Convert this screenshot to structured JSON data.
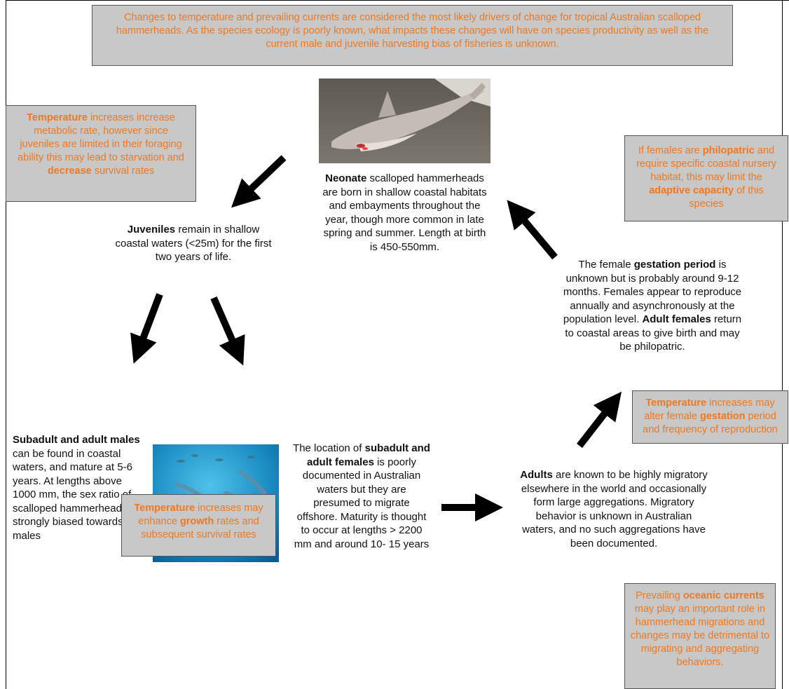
{
  "header_box": {
    "text": "Changes to temperature and prevailing currents are considered the most likely drivers of change for tropical Australian scalloped hammerheads. As the species ecology is poorly known, what impacts these changes will have on species productivity as well as the current male and juvenile harvesting bias of fisheries is unknown."
  },
  "box_juvenile_temp": {
    "b1": "Temperature",
    "t1": " increases increase metabolic rate, however since juveniles are limited in their foraging ability this may lead to starvation and ",
    "b2": "decrease",
    "t2": " survival rates"
  },
  "box_philopatric": {
    "t1": "If females are ",
    "b1": "philopatric",
    "t2": " and require specific coastal nursery habitat, this may limit the ",
    "b2": "adaptive capacity",
    "t3": " of this species"
  },
  "box_gestation_temp": {
    "b1": "Temperature",
    "t1": " increases may alter female ",
    "b2": "gestation",
    "t2": " period and frequency of reproduction"
  },
  "box_growth_temp": {
    "b1": "Temperature",
    "t1": " increases may enhance ",
    "b2": "growth",
    "t2": " rates and subsequent survival rates"
  },
  "box_currents": {
    "t1": "Prevailing ",
    "b1": "oceanic currents",
    "t2": " may play an important role in hammerhead migrations and changes may  be detrimental to migrating and aggregating behaviors."
  },
  "neonate": {
    "b1": "Neonate",
    "t1": " scalloped hammerheads are born in shallow coastal habitats and embayments throughout the year, though more common in late spring and summer. Length at birth is 450-550mm."
  },
  "juveniles": {
    "b1": "Juveniles",
    "t1": " remain in shallow coastal waters (<25m) for the first two years of life."
  },
  "gestation": {
    "t1": "The female ",
    "b1": "gestation period",
    "t2": " is unknown but is probably around 9-12 months. Females appear to reproduce annually and asynchronously at the population level. ",
    "b2": "Adult females",
    "t3": " return to coastal areas to give birth and may be philopatric."
  },
  "males": {
    "b1": "Subadult and adult males",
    "t1": " can be found in coastal waters, and mature at 5-6 years. At lengths above 1000 mm, the sex ratio of scalloped hammerheads is strongly biased towards males"
  },
  "females": {
    "t1": "The location of ",
    "b1": "subadult and adult females",
    "t2": " is poorly documented in Australian waters but they are presumed to migrate offshore. Maturity is thought to occur at lengths > 2200 mm and around 10- 15 years"
  },
  "adults": {
    "b1": "Adults",
    "t1": " are known to be highly migratory elsewhere in the world and occasionally form large aggregations. Migratory behavior is unknown in Australian waters, and no such aggregations have been documented."
  },
  "colors": {
    "box_fill": "#c8c8c8",
    "accent_orange": "#f07820",
    "arrow": "#000000"
  }
}
